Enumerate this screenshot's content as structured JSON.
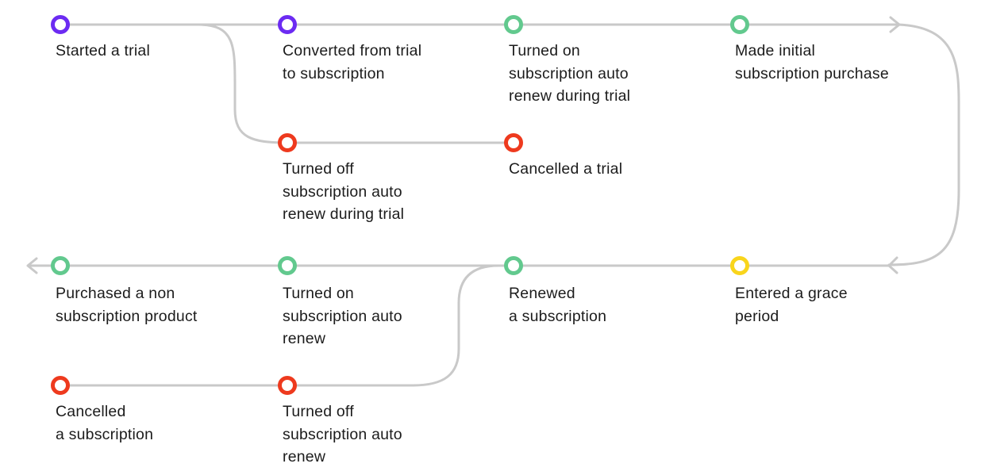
{
  "colors": {
    "line": "#c9c9c9",
    "purple": "#6c2bf2",
    "green": "#62c98e",
    "red": "#ee3a1e",
    "yellow": "#f9d51c",
    "text": "#1c1c1c"
  },
  "nodes": {
    "started_trial": {
      "label": "Started a trial",
      "color": "purple"
    },
    "converted_trial": {
      "label": "Converted from trial\nto subscription",
      "color": "purple"
    },
    "autorenew_on_trial": {
      "label": "Turned on\nsubscription auto\nrenew during trial",
      "color": "green"
    },
    "initial_purchase": {
      "label": "Made initial\nsubscription purchase",
      "color": "green"
    },
    "autorenew_off_trial": {
      "label": "Turned off\nsubscription auto\nrenew during trial",
      "color": "red"
    },
    "cancelled_trial": {
      "label": "Cancelled a trial",
      "color": "red"
    },
    "non_subscription_purchase": {
      "label": "Purchased a non\nsubscription product",
      "color": "green"
    },
    "autorenew_on": {
      "label": "Turned on\nsubscription auto\nrenew",
      "color": "green"
    },
    "renewed": {
      "label": "Renewed\na subscription",
      "color": "green"
    },
    "grace_period": {
      "label": "Entered a grace\nperiod",
      "color": "yellow"
    },
    "cancelled_subscription": {
      "label": "Cancelled\na subscription",
      "color": "red"
    },
    "autorenew_off": {
      "label": "Turned off\nsubscription auto\nrenew",
      "color": "red"
    }
  }
}
